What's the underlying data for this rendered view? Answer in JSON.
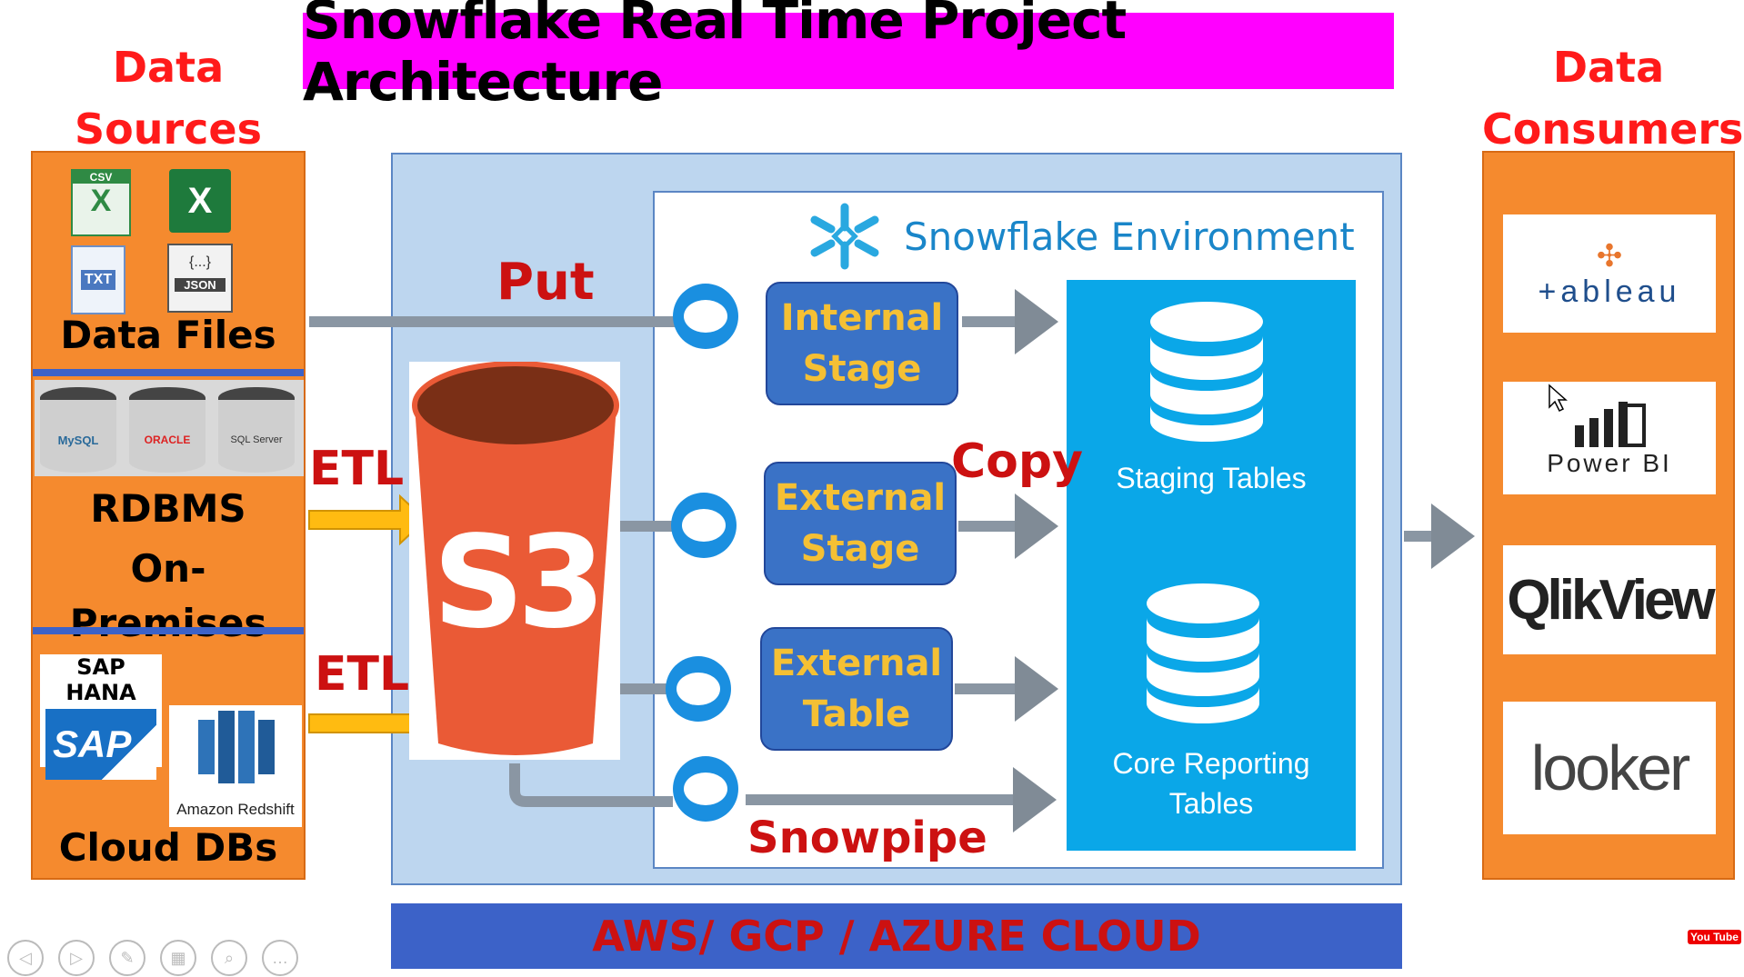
{
  "title": "Snowflake Real Time Project Architecture",
  "sources": {
    "header_line1": "Data",
    "header_line2": "Sources",
    "files_label": "Data Files",
    "file_icons": {
      "csv": "CSV",
      "txt": "TXT",
      "json": "JSON"
    },
    "db_labels": {
      "mysql": "MySQL",
      "oracle": "ORACLE",
      "sqlserver": "SQL Server"
    },
    "rdbms_line1": "RDBMS",
    "rdbms_line2": "On-Premises",
    "sap_hana": "SAP HANA",
    "sap": "SAP",
    "redshift": "Amazon Redshift",
    "cloud_label": "Cloud DBs"
  },
  "consumers": {
    "header_line1": "Data",
    "header_line2": "Consumers",
    "tableau": "+ableau",
    "powerbi": "Power BI",
    "qlik": "QlikView",
    "looker": "looker"
  },
  "flow": {
    "put": "Put",
    "etl1": "ETL",
    "etl2": "ETL",
    "copy": "Copy",
    "snowpipe": "Snowpipe",
    "s3": "S3"
  },
  "snowflake": {
    "env_label": "Snowflake Environment",
    "internal_stage": [
      "Internal",
      "Stage"
    ],
    "external_stage": [
      "External",
      "Stage"
    ],
    "external_table": [
      "External",
      "Table"
    ],
    "staging_tables": "Staging Tables",
    "core_line1": "Core Reporting",
    "core_line2": "Tables"
  },
  "cloud_bar": "AWS/ GCP / AZURE CLOUD",
  "youtube": "You Tube",
  "colors": {
    "title_bg": "#ff00ff",
    "orange": "#f58a2e",
    "blue": "#3c62c8",
    "red": "#cc1111",
    "gold": "#f5c034",
    "sky": "#0aa7e8"
  }
}
